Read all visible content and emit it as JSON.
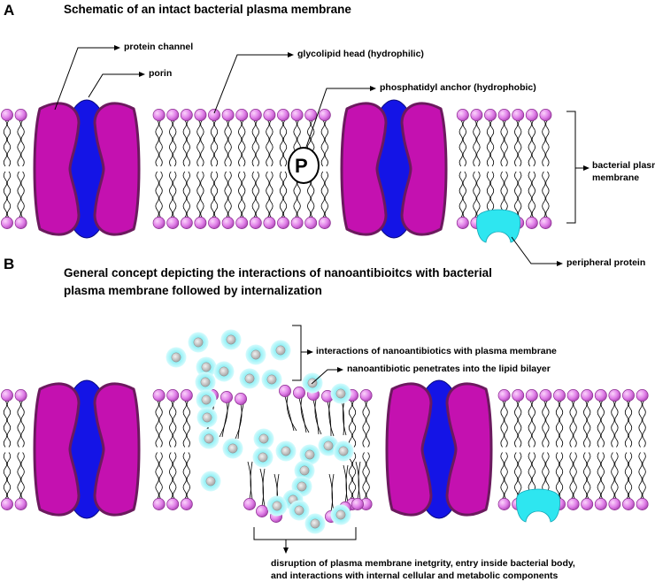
{
  "panel_a": {
    "letter": "A",
    "title": "Schematic of an intact bacterial plasma membrane",
    "labels": {
      "protein_channel": "protein channel",
      "porin": "porin",
      "glycolipid_head": "glycolipid head (hydrophilic)",
      "phosphatidyl_anchor": "phosphatidyl anchor (hydrophobic)",
      "phosphate_symbol": "P",
      "bacterial_membrane_line1": "bacterial plasma",
      "bacterial_membrane_line2": "membrane",
      "peripheral_protein": "peripheral protein"
    }
  },
  "panel_b": {
    "letter": "B",
    "title_line1": "General concept depicting the interactions of nanoantibioitcs with bacterial",
    "title_line2": "plasma membrane followed by internalization",
    "labels": {
      "interactions": "interactions of nanoantibiotics with plasma membrane",
      "penetrates": "nanoantibiotic penetrates into the lipid bilayer",
      "disruption_line1": "disruption of plasma membrane inetgrity, entry inside bacterial body,",
      "disruption_line2": "and interactions with internal cellular and metabolic components"
    }
  },
  "colors": {
    "lipid_head": "#e07fe8",
    "protein_channel": "#c411b0",
    "porin": "#1414e6",
    "peripheral_protein": "#2ee6f0",
    "nanoparticle_halo": "#8eeef5",
    "nanoparticle_core": "#b8b8b8"
  }
}
